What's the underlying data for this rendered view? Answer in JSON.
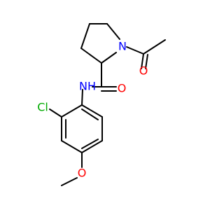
{
  "colors": {
    "background": "#ffffff",
    "bond": "#000000",
    "nitrogen": "#0000ff",
    "oxygen": "#ff0000",
    "chlorine": "#00aa00"
  },
  "atoms": {
    "n_ring": "N",
    "o_acetyl": "O",
    "nh": "NH",
    "o_amide": "O",
    "cl": "Cl",
    "o_methoxy": "O"
  }
}
